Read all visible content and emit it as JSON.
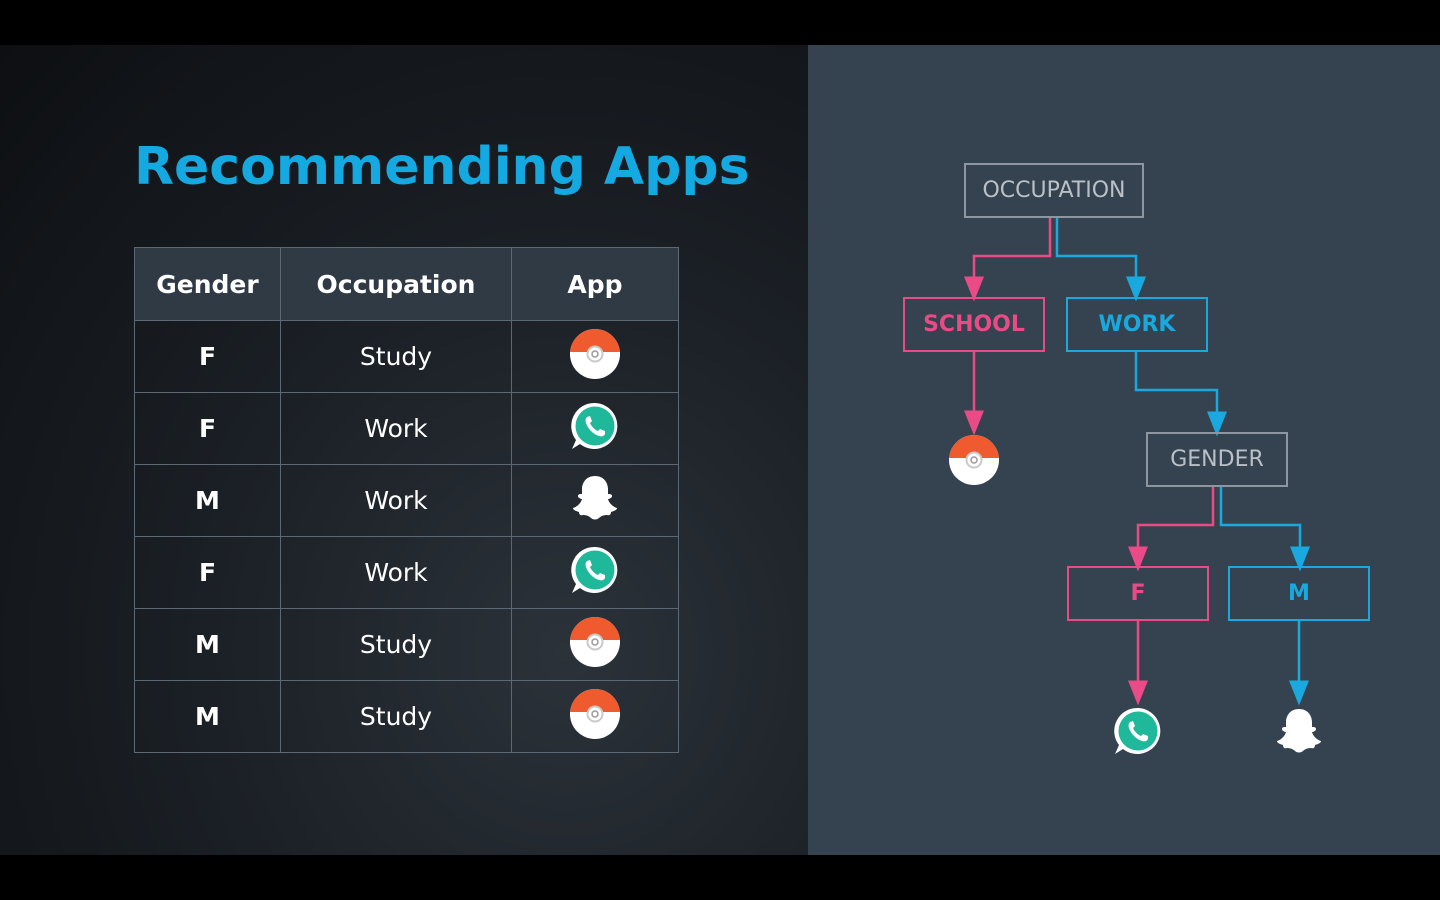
{
  "title": "Recommending Apps",
  "table": {
    "headers": [
      "Gender",
      "Occupation",
      "App"
    ],
    "rows": [
      {
        "gender": "F",
        "occupation": "Study",
        "app": "pokeball-icon"
      },
      {
        "gender": "F",
        "occupation": "Work",
        "app": "whatsapp-icon"
      },
      {
        "gender": "M",
        "occupation": "Work",
        "app": "snapchat-icon"
      },
      {
        "gender": "F",
        "occupation": "Work",
        "app": "whatsapp-icon"
      },
      {
        "gender": "M",
        "occupation": "Study",
        "app": "pokeball-icon"
      },
      {
        "gender": "M",
        "occupation": "Study",
        "app": "pokeball-icon"
      }
    ]
  },
  "tree": {
    "root": "OCCUPATION",
    "school": "SCHOOL",
    "work": "WORK",
    "gender": "GENDER",
    "f": "F",
    "m": "M",
    "school_leaf": "pokeball-icon",
    "f_leaf": "whatsapp-icon",
    "m_leaf": "snapchat-icon"
  },
  "colors": {
    "title": "#14a9e0",
    "pink": "#e84b85",
    "blue": "#19a9df",
    "grey": "#8d97a1",
    "right_panel": "#35424f"
  }
}
